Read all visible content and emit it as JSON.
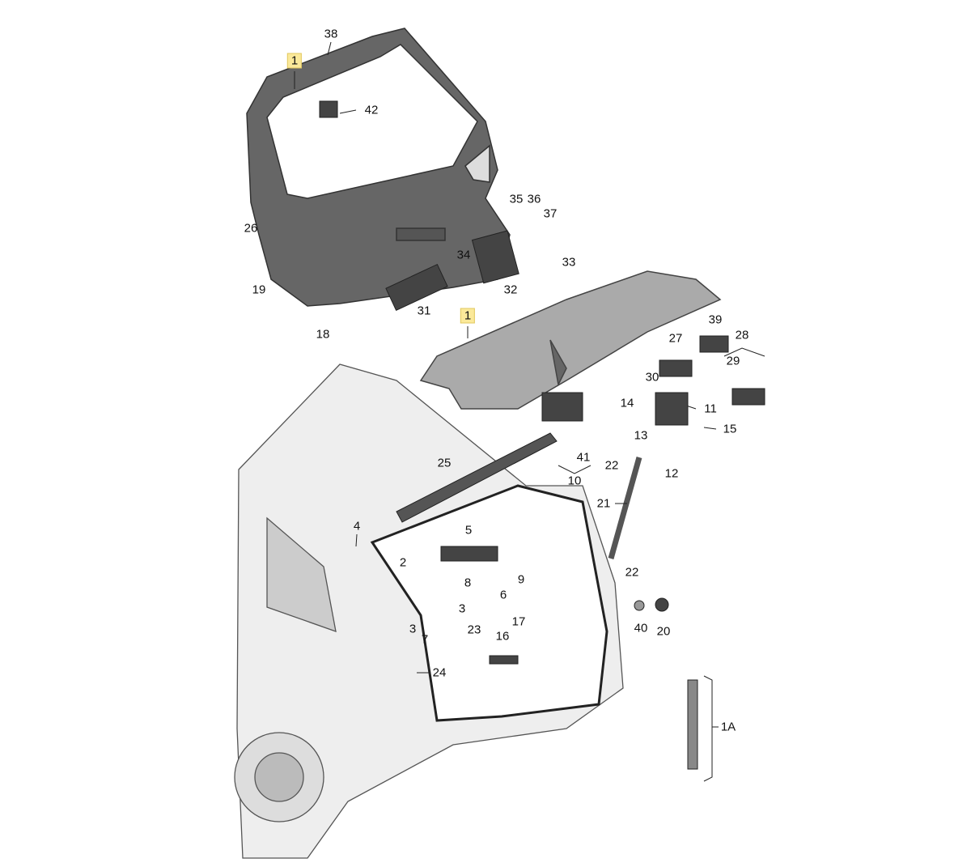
{
  "diagram": {
    "title_hidden": null,
    "highlight_color": "#fbe99a",
    "callouts": {
      "c38": "38",
      "c1a": "1",
      "c42": "42",
      "c35": "35",
      "c36": "36",
      "c37": "37",
      "c26": "26",
      "c34": "34",
      "c33": "33",
      "c19": "19",
      "c32": "32",
      "c31": "31",
      "c18": "18",
      "c1b": "1",
      "c39": "39",
      "c27": "27",
      "c28": "28",
      "c29": "29",
      "c30": "30",
      "c14": "14",
      "c11": "11",
      "c15": "15",
      "c13": "13",
      "c41": "41",
      "c22a": "22",
      "c12": "12",
      "c10": "10",
      "c25": "25",
      "c21": "21",
      "c4": "4",
      "c5": "5",
      "c2": "2",
      "c9": "9",
      "c8": "8",
      "c6": "6",
      "c3a": "3",
      "c22b": "22",
      "c3b": "3",
      "c23": "23",
      "c7": "7",
      "c40": "40",
      "c20": "20",
      "c17": "17",
      "c16": "16",
      "c24": "24",
      "c1A": "1A"
    }
  }
}
